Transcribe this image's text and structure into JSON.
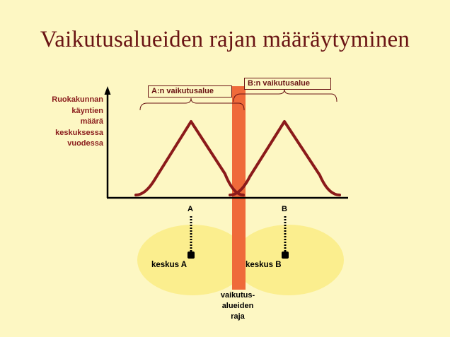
{
  "title": "Vaikutusalueiden rajan määräytyminen",
  "y_axis_label_lines": [
    "Ruokakunnan",
    "käyntien",
    "määrä",
    "keskuksessa",
    "vuodessa"
  ],
  "zone_a_label": "A:n vaikutusalue",
  "zone_b_label": "B:n vaikutusalue",
  "point_a": "A",
  "point_b": "B",
  "center_a": "keskus A",
  "center_b": "keskus B",
  "border_label_lines": [
    "vaikutus-",
    "alueiden",
    "raja"
  ],
  "colors": {
    "title": "#6a1414",
    "curve": "#8b1a1a",
    "border_band": "#ef6a3a",
    "area_fill": "#fbee8e",
    "background": "#fdf7c3"
  }
}
